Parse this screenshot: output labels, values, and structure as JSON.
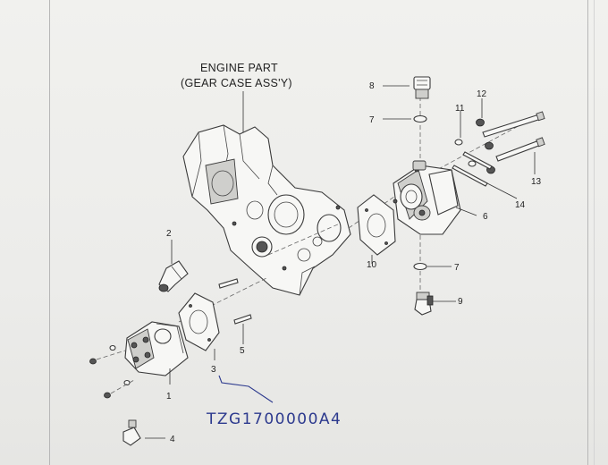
{
  "header": {
    "title_line1": "ENGINE PART",
    "title_line2": "(GEAR CASE ASS'Y)"
  },
  "callouts": {
    "c1": "1",
    "c2": "2",
    "c3": "3",
    "c4": "4",
    "c5": "5",
    "c6": "6",
    "c7a": "7",
    "c7b": "7",
    "c8": "8",
    "c9": "9",
    "c10": "10",
    "c11": "11",
    "c12": "12",
    "c13": "13",
    "c14": "14"
  },
  "handwritten_part_number": "TZG1700000A4",
  "colors": {
    "ink": "#222222",
    "handwriting": "#2d3a8e",
    "paper": "#ececea"
  }
}
